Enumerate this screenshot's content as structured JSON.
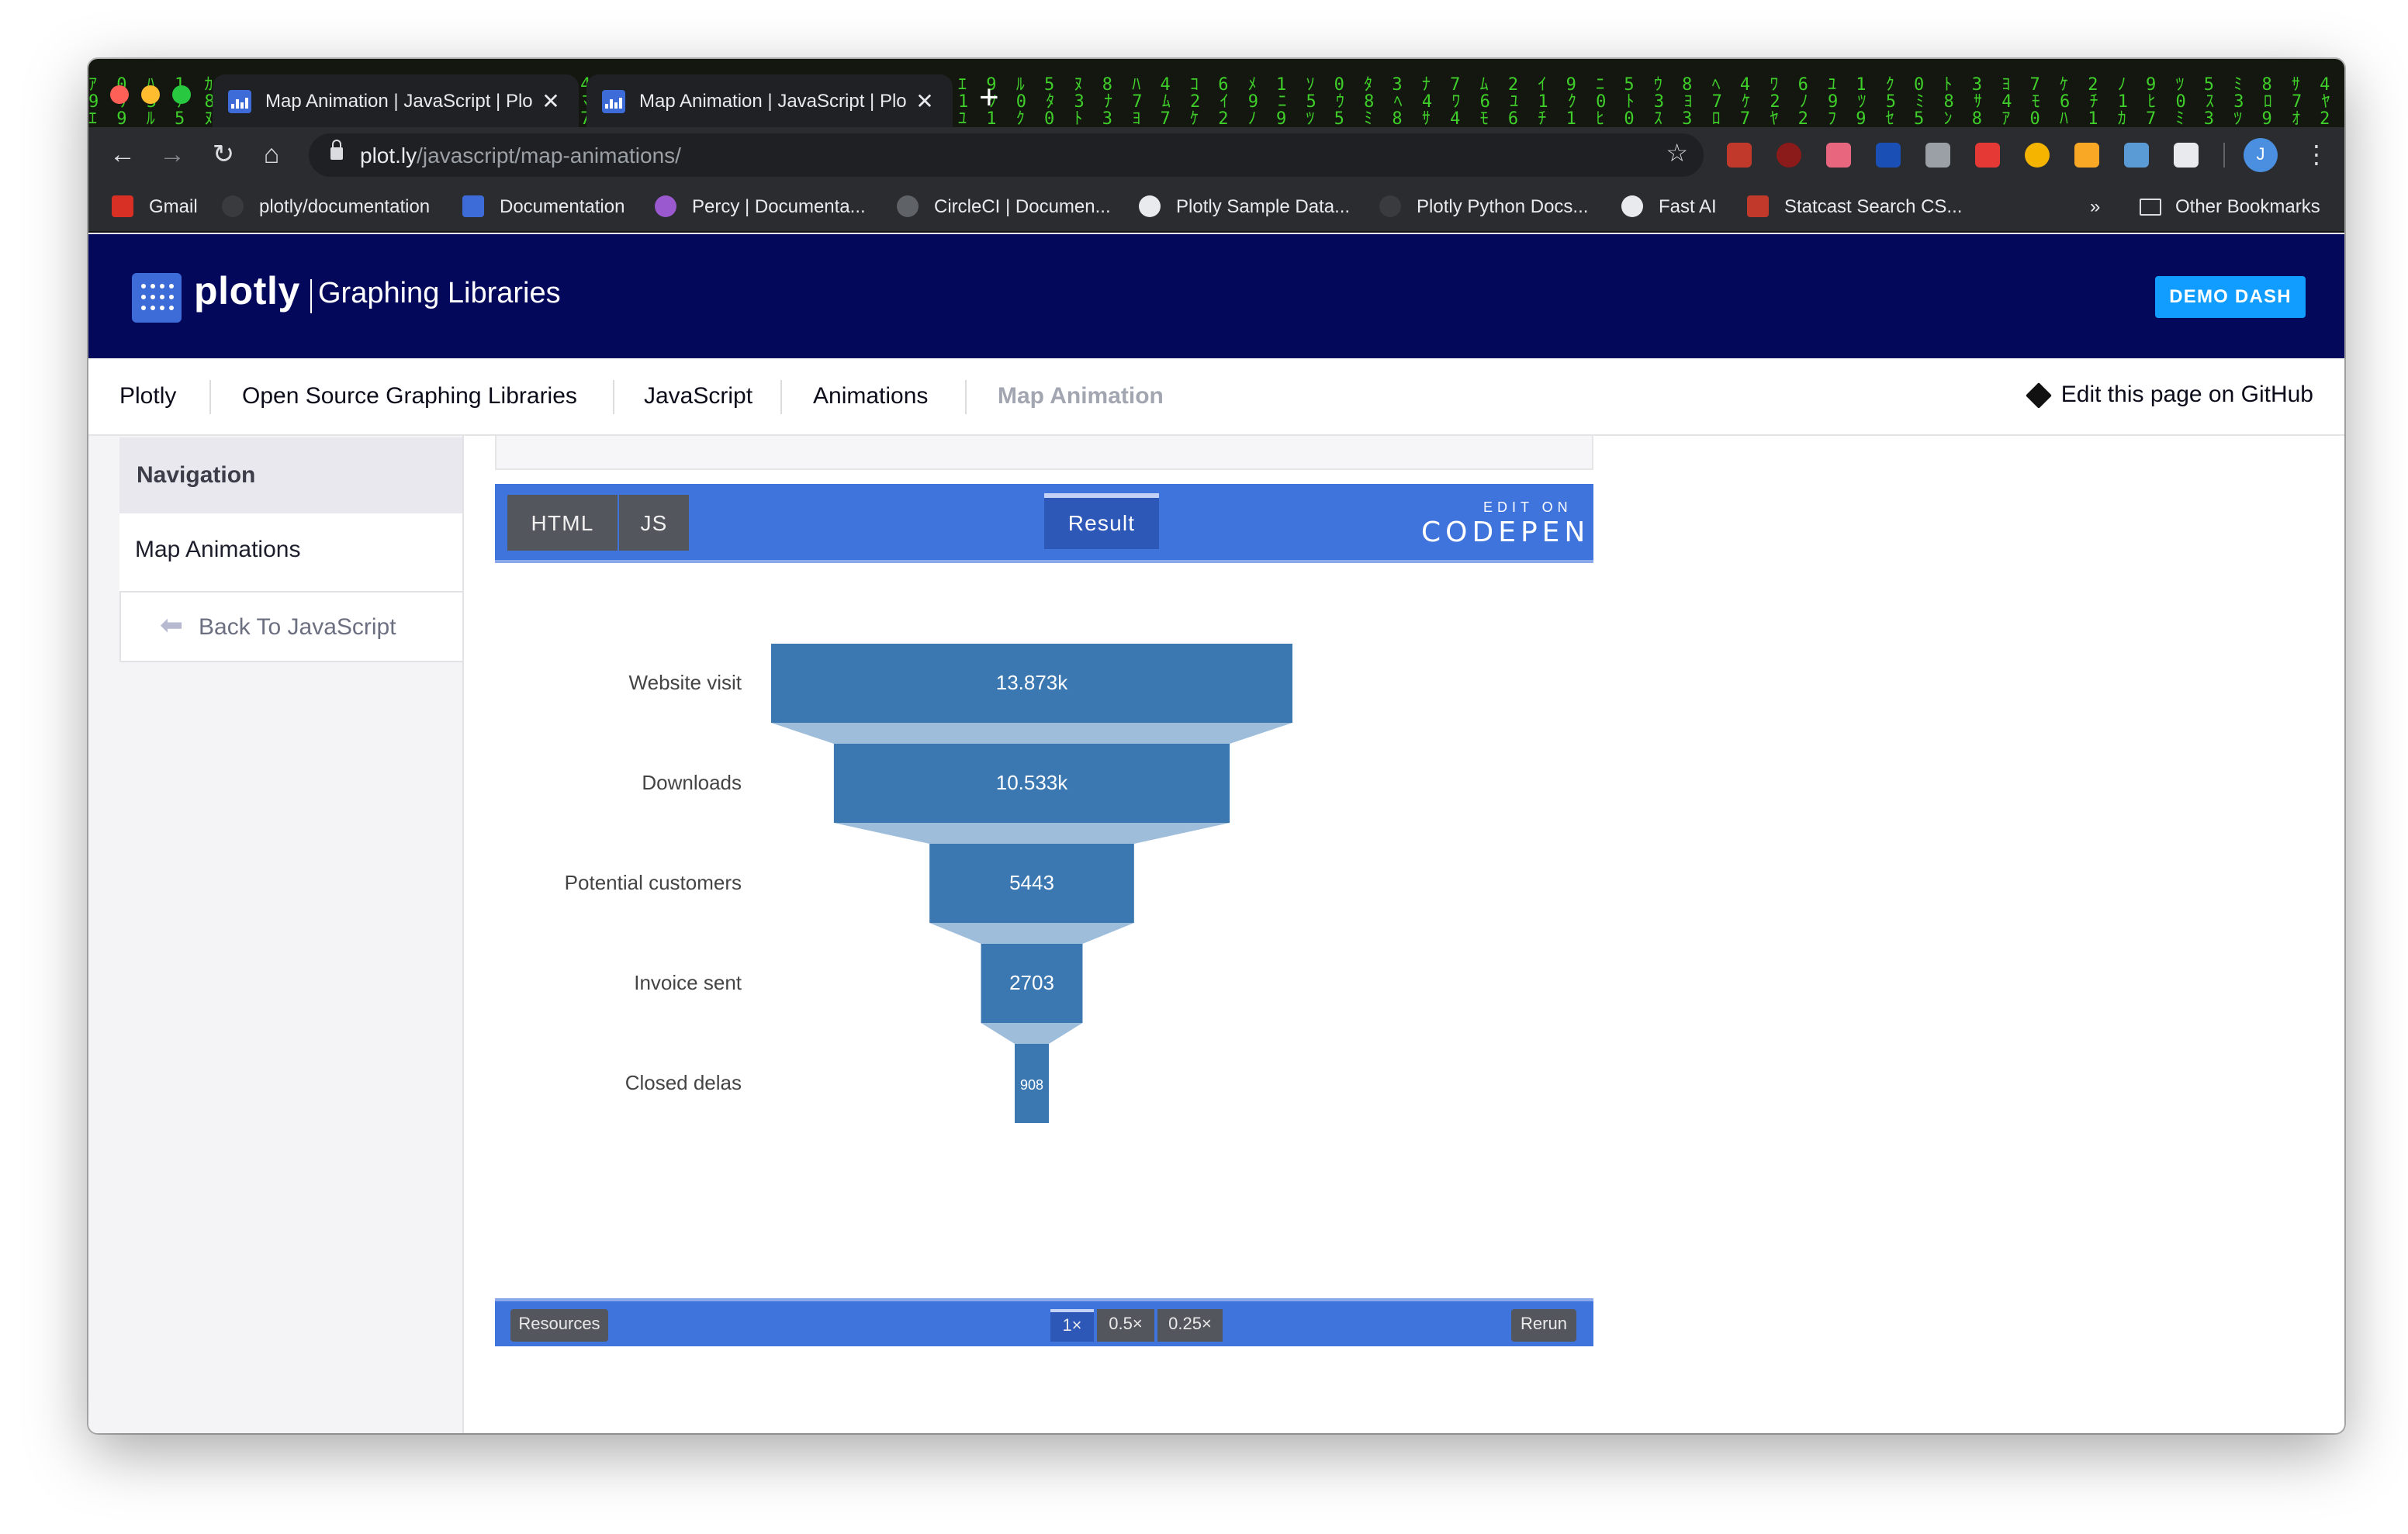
{
  "browser": {
    "tabs": [
      {
        "title": "Map Animation | JavaScript | Plo",
        "close": "✕"
      },
      {
        "title": "Map Animation | JavaScript | Plo",
        "close": "✕"
      }
    ],
    "new_tab": "+",
    "url_domain": "plot.ly",
    "url_path": "/javascript/map-animations/",
    "profile_initial": "J",
    "bookmarks": [
      {
        "label": "Gmail",
        "color": "#d93025"
      },
      {
        "label": "plotly/documentation",
        "color": "#3a3b3f"
      },
      {
        "label": "Documentation",
        "color": "#3d6bd8"
      },
      {
        "label": "Percy | Documenta...",
        "color": "#9b59d0"
      },
      {
        "label": "CircleCI | Documen...",
        "color": "#5f6368"
      },
      {
        "label": "Plotly Sample Data...",
        "color": "#e8eaed"
      },
      {
        "label": "Plotly Python Docs...",
        "color": "#3a3b3f"
      },
      {
        "label": "Fast AI",
        "color": "#e8eaed"
      },
      {
        "label": "Statcast Search CS...",
        "color": "#c0392b"
      }
    ],
    "bookmarks_more": "»",
    "other_bookmarks": "Other Bookmarks"
  },
  "site": {
    "logo_word": "plotly",
    "logo_sub": "Graphing Libraries",
    "demo_button": "DEMO DASH",
    "breadcrumbs": [
      "Plotly",
      "Open Source Graphing Libraries",
      "JavaScript",
      "Animations",
      "Map Animation"
    ],
    "edit_link": "Edit this page on GitHub"
  },
  "sidebar": {
    "heading": "Navigation",
    "item": "Map Animations",
    "back": "Back To JavaScript"
  },
  "codepen": {
    "tab_html": "HTML",
    "tab_js": "JS",
    "tab_result": "Result",
    "edit_on": "EDIT ON",
    "codepen": "CODEPEN",
    "resources": "Resources",
    "speeds": [
      "1×",
      "0.5×",
      "0.25×"
    ],
    "rerun": "Rerun"
  },
  "colors": {
    "banner": "#03085b",
    "codepen_blue": "#3f74dd",
    "funnel_bar": "#3b78b1",
    "funnel_connector": "#9ebddb",
    "demo_button": "#119dff"
  },
  "chart_data": {
    "type": "funnel",
    "title": "",
    "categories": [
      "Website visit",
      "Downloads",
      "Potential customers",
      "Invoice sent",
      "Closed delas"
    ],
    "values": [
      13873,
      10533,
      5443,
      2703,
      908
    ],
    "text_labels": [
      "13.873k",
      "10.533k",
      "5443",
      "2703",
      "908"
    ]
  }
}
